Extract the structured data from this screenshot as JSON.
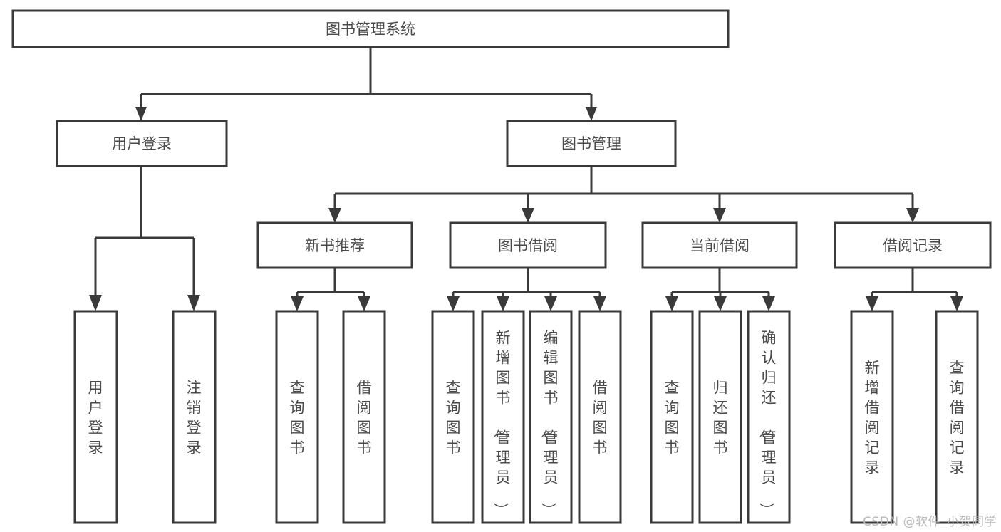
{
  "diagram": {
    "title": "图书管理系统",
    "type": "tree-hierarchy-diagram",
    "colors": {
      "box_stroke": "#3a3a3a",
      "box_fill": "#ffffff",
      "text": "#4a4a4a",
      "edge": "#3a3a3a",
      "watermark": "#b9b9b9",
      "background": "#ffffff"
    },
    "root": {
      "label": "图书管理系统"
    },
    "level1": [
      {
        "label": "用户登录"
      },
      {
        "label": "图书管理"
      }
    ],
    "level2": [
      {
        "label": "新书推荐"
      },
      {
        "label": "图书借阅"
      },
      {
        "label": "当前借阅"
      },
      {
        "label": "借阅记录"
      }
    ],
    "leaves": {
      "user_login": [
        {
          "label": "用户登录"
        },
        {
          "label": "注销登录"
        }
      ],
      "new_book_recommend": [
        {
          "label": "查询图书"
        },
        {
          "label": "借阅图书"
        }
      ],
      "book_borrow": [
        {
          "label": "查询图书"
        },
        {
          "label": "新增图书（管理员）"
        },
        {
          "label": "编辑图书（管理员）"
        },
        {
          "label": "借阅图书"
        }
      ],
      "current_borrow": [
        {
          "label": "查询图书"
        },
        {
          "label": "归还图书"
        },
        {
          "label": "确认归还（管理员）"
        }
      ],
      "borrow_record": [
        {
          "label": "新增借阅记录"
        },
        {
          "label": "查询借阅记录"
        }
      ]
    }
  },
  "watermark": {
    "text": "CSDN @软件_小贺同学"
  }
}
